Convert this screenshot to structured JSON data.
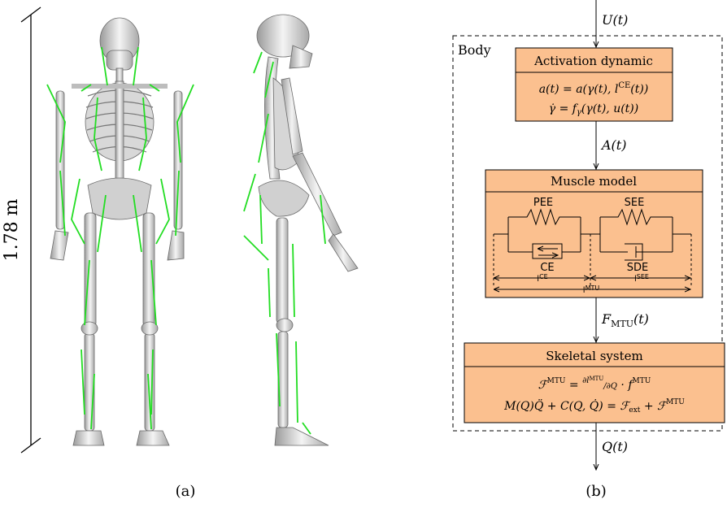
{
  "panel_a": {
    "height_label": "1.78 m",
    "caption": "(a)"
  },
  "panel_b": {
    "caption": "(b)",
    "body_label": "Body",
    "signals": {
      "input": "U(t)",
      "activation_out": "A(t)",
      "muscle_force": "F_MTU(t)",
      "output": "Q(t)"
    },
    "activation_block": {
      "title": "Activation dynamic",
      "eq1": "a(t) = a(γ(t), l^CE(t))",
      "eq2": "γ̇ = f_γ(γ(t), u(t))"
    },
    "muscle_block": {
      "title": "Muscle model",
      "labels": {
        "pee": "PEE",
        "see": "SEE",
        "ce": "CE",
        "sde": "SDE",
        "l_ce": "l^CE",
        "l_see": "l^SEE",
        "l_mtu": "l^MTU"
      }
    },
    "skeletal_block": {
      "title": "Skeletal system",
      "eq1": "F^MTU = ∂l^MTU/∂Q · f^MTU",
      "eq2": "M(Q)Q̈ + C(Q, Q̇) = F_ext + F^MTU"
    }
  },
  "colors": {
    "block_fill": "#fbc08f",
    "muscle_line": "#22dd22",
    "bone": "#e8e8e8"
  }
}
